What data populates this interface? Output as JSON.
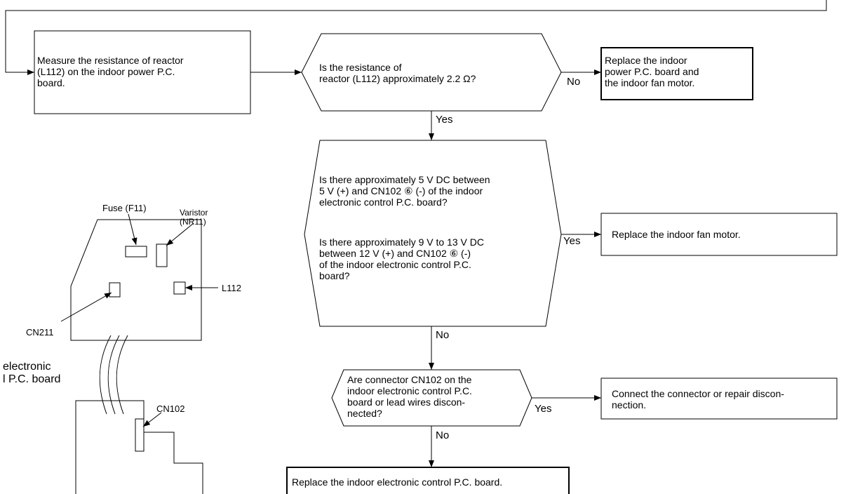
{
  "flow": {
    "measure_box": "Measure the resistance of reactor\n(L112) on the indoor power P.C.\nboard.",
    "decision_resistance": "Is the resistance of\nreactor (L112) approximately 2.2 Ω?",
    "replace_power_board": "Replace the indoor\npower P.C. board and\nthe indoor fan motor.",
    "decision_voltage_1": "Is there approximately 5 V DC between\n5 V (+) and CN102 ⑥  (-) of the indoor\nelectronic control P.C. board?",
    "decision_voltage_2": "Is there approximately 9 V to 13 V DC\nbetween 12 V (+) and CN102 ⑥ (-)\nof the indoor electronic control P.C.\nboard?",
    "replace_fan_motor": "Replace the indoor fan motor.",
    "decision_connector": "Are connector CN102 on the\nindoor electronic control P.C.\nboard or lead wires discon-\nnected?",
    "connect_connector": "Connect the connector or repair discon-\nnection.",
    "replace_control_board": "Replace the indoor electronic control P.C. board.",
    "labels": {
      "no_1": "No",
      "yes_1": "Yes",
      "yes_2": "Yes",
      "no_2": "No",
      "yes_3": "Yes",
      "no_3": "No"
    }
  },
  "board_diagram": {
    "fuse_label": "Fuse (F11)",
    "varistor_label": "Varistor\n(NR11)",
    "l112_label": "L112",
    "cn211_label": "CN211",
    "board_label": "electronic\nl P.C. board",
    "cn102_label": "CN102"
  }
}
